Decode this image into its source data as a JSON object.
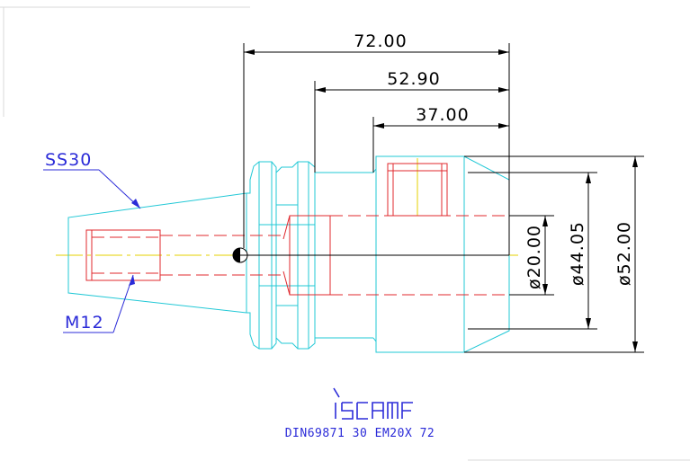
{
  "dimensions": {
    "overall_length": "72.00",
    "mid_length": "52.90",
    "short_length": "37.00",
    "dia_bore": "ø20.00",
    "dia_body": "ø44.05",
    "dia_outer": "ø52.00"
  },
  "callouts": {
    "taper": "SS30",
    "thread": "M12"
  },
  "caption": "DIN69871 30 EM20X 72",
  "colors": {
    "body": "#22c8d6",
    "bore": "#e0282e",
    "centerline": "#e6d000",
    "dimension": "#000000",
    "callout": "#2b2bd8"
  }
}
